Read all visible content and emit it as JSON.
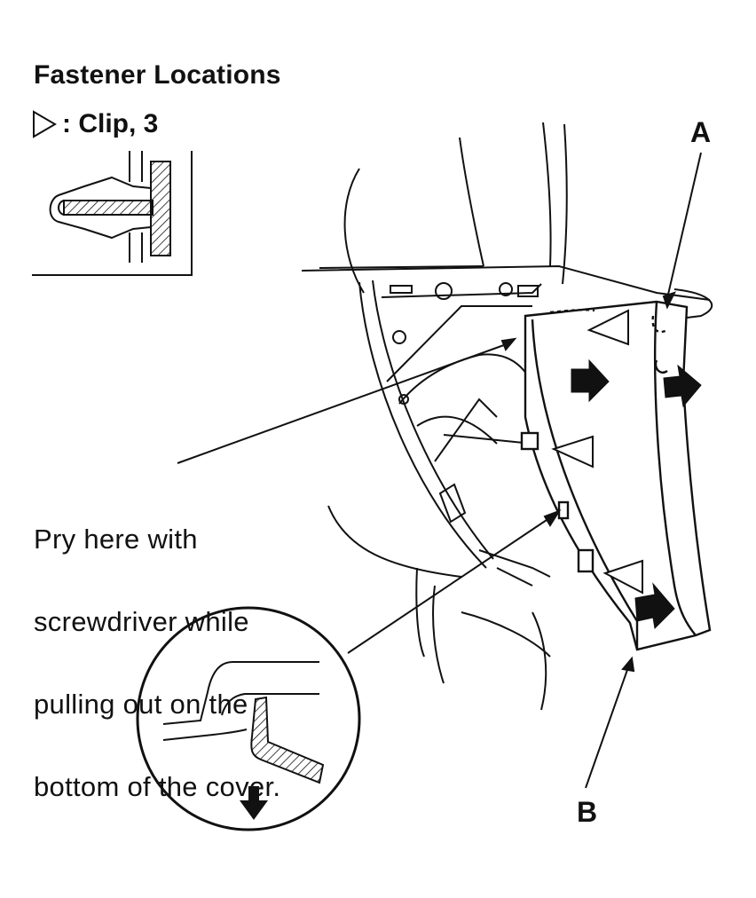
{
  "diagram": {
    "title": "Fastener Locations",
    "legend": {
      "symbol": "triangle-outline-icon",
      "text": ": Clip, 3"
    },
    "callouts": {
      "a": "A",
      "b": "B"
    },
    "instruction_lines": [
      "Pry here with",
      "screwdriver while",
      "pulling out on the",
      "bottom of the cover."
    ]
  },
  "colors": {
    "ink": "#111111",
    "paper": "#ffffff"
  }
}
